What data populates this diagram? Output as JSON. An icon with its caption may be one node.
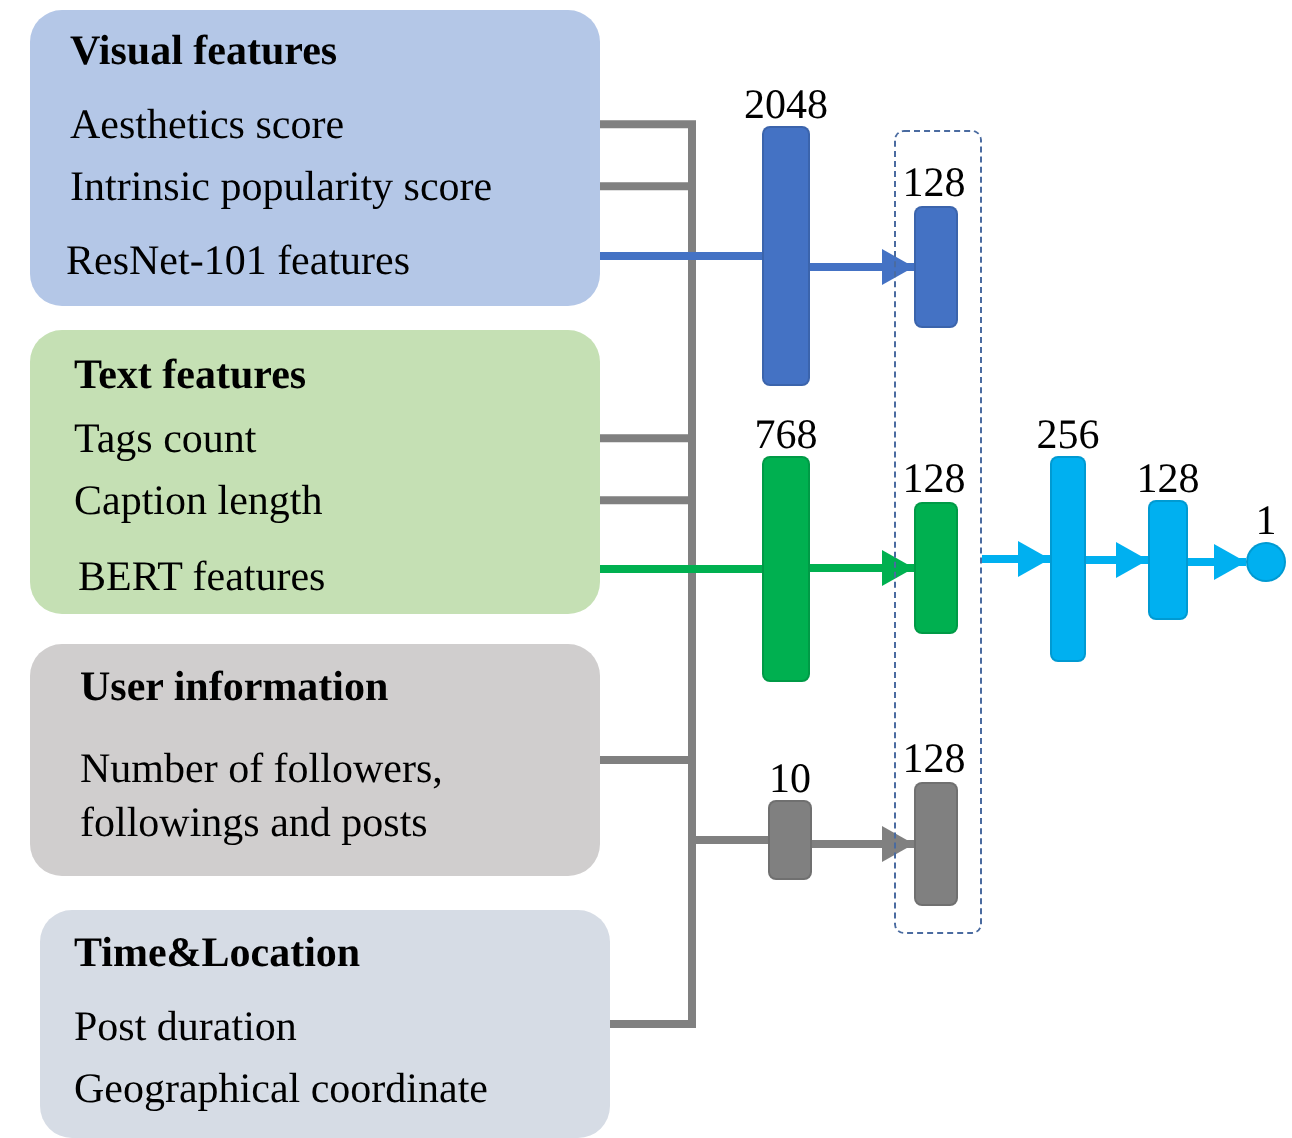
{
  "diagram": {
    "nodes": [
      {
        "text": [
          "Visual features"
        ]
      },
      {
        "text": [
          "Aesthetics score"
        ],
        "in": 0
      },
      {
        "text": [
          "Intrinsic popularity score"
        ],
        "in": 0
      },
      {
        "text": [
          "ResNet-101 features"
        ],
        "in": 0
      },
      {
        "text": [
          "Text features"
        ]
      },
      {
        "text": [
          "Tags count"
        ],
        "in": 4
      },
      {
        "text": [
          "Caption length"
        ],
        "in": 4
      },
      {
        "text": [
          "BERT features"
        ],
        "in": 4
      },
      {
        "text": [
          "User information",
          "Number of followers, followings and posts"
        ]
      },
      {
        "text": [
          "Time&Location",
          "Post duration",
          "Geographical coordinate"
        ]
      },
      {
        "text": [],
        "shape": "bar",
        "beside": [
          "2048"
        ]
      },
      {
        "text": [],
        "shape": "bar",
        "beside": [
          "768"
        ]
      },
      {
        "text": [],
        "shape": "bar",
        "beside": [
          "10"
        ]
      },
      {
        "text": [],
        "shape": "box"
      },
      {
        "text": [],
        "shape": "bar",
        "in": 13,
        "beside": [
          "128"
        ]
      },
      {
        "text": [],
        "shape": "bar",
        "in": 13,
        "beside": [
          "128"
        ]
      },
      {
        "text": [],
        "shape": "bar",
        "in": 13,
        "beside": [
          "128"
        ]
      },
      {
        "text": [],
        "shape": "bar",
        "beside": [
          "256"
        ]
      },
      {
        "text": [],
        "shape": "bar",
        "beside": [
          "128"
        ]
      },
      {
        "text": [],
        "shape": "circle",
        "beside": [
          "1"
        ]
      }
    ],
    "edges": [
      {
        "from": 1,
        "to": 12,
        "arrow": "none"
      },
      {
        "from": 2,
        "to": 12,
        "arrow": "none"
      },
      {
        "from": 5,
        "to": 12,
        "arrow": "none"
      },
      {
        "from": 6,
        "to": 12,
        "arrow": "none"
      },
      {
        "from": 8,
        "to": 12,
        "arrow": "none"
      },
      {
        "from": 9,
        "to": 12,
        "arrow": "none"
      },
      {
        "from": 3,
        "to": 10,
        "arrow": "none",
        "color": "#4472c4"
      },
      {
        "from": 10,
        "to": 14,
        "arrow": "to",
        "color": "#4472c4"
      },
      {
        "from": 7,
        "to": 11,
        "arrow": "none",
        "color": "#00b050"
      },
      {
        "from": 11,
        "to": 15,
        "arrow": "to",
        "color": "#00b050"
      },
      {
        "from": 12,
        "to": 16,
        "arrow": "to"
      },
      {
        "from": 13,
        "to": 17,
        "arrow": "to",
        "color": "#00b0f0"
      },
      {
        "from": 17,
        "to": 18,
        "arrow": "to",
        "color": "#00b0f0"
      },
      {
        "from": 18,
        "to": 19,
        "arrow": "to",
        "color": "#00b0f0"
      }
    ]
  }
}
